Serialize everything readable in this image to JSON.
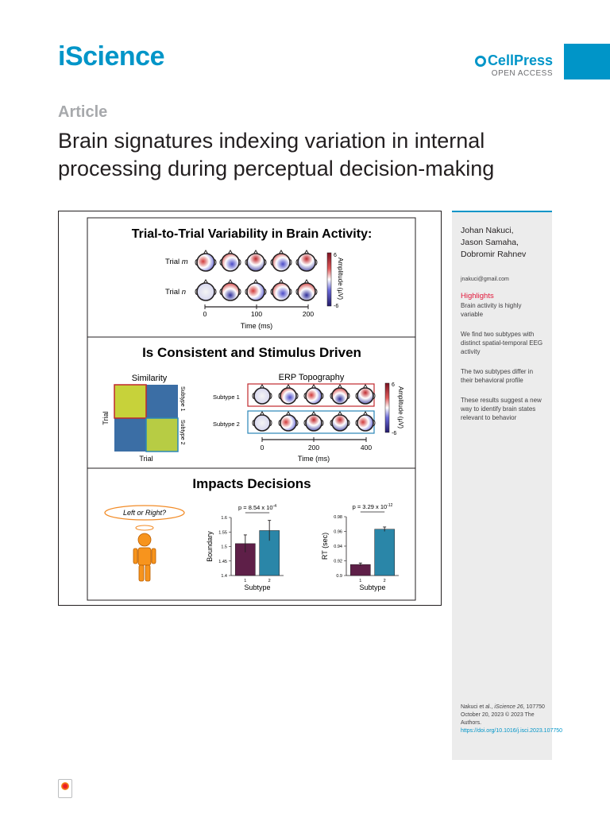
{
  "header": {
    "journal": "iScience",
    "publisher": "CellPress",
    "access": "OPEN ACCESS",
    "brand_color": "#0095c8"
  },
  "article": {
    "label": "Article",
    "title": "Brain signatures indexing variation in internal processing during perceptual decision-making"
  },
  "sidebar": {
    "authors": [
      "Johan Nakuci,",
      "Jason Samaha,",
      "Dobromir Rahnev"
    ],
    "email": "jnakuci@gmail.com",
    "highlights_heading": "Highlights",
    "highlights": [
      "Brain activity is highly variable",
      "We find two subtypes with distinct spatial-temporal EEG activity",
      "The two subtypes differ in their behavioral profile",
      "These results suggest a new way to identify brain states relevant to behavior"
    ],
    "citation_prefix": "Nakuci et al., ",
    "citation_journal": "iScience",
    "citation_volume": "26",
    "citation_rest": ", 107750",
    "citation_date": "October 20, 2023 © 2023 The Authors.",
    "doi": "https://doi.org/10.1016/j.isci.2023.107750"
  },
  "figure": {
    "panel1": {
      "title": "Trial-to-Trial Variability in Brain Activity:",
      "row_labels": [
        "Trial m",
        "Trial n"
      ],
      "row_prefix": "Trial ",
      "row_vars": [
        "m",
        "n"
      ],
      "time_ticks": [
        "0",
        "100",
        "200"
      ],
      "xlabel": "Time (ms)",
      "colorbar_label": "Amplitude (µV)",
      "colorbar_max": "6",
      "colorbar_min": "-6"
    },
    "panel2": {
      "title": "Is Consistent and Stimulus Driven",
      "similarity_title": "Similarity",
      "similarity_xlabel": "Trial",
      "similarity_ylabel": "Trial",
      "similarity_side_labels": [
        "Subtype 1",
        "Subtype 2"
      ],
      "erp_title": "ERP Topography",
      "subtype_labels": [
        "Subtype 1",
        "Subtype 2"
      ],
      "time_ticks": [
        "0",
        "200",
        "400"
      ],
      "xlabel": "Time (ms)",
      "colorbar_label": "Amplitude (µV)",
      "colorbar_max": "6",
      "colorbar_min": "-6",
      "subtype_colors": [
        "#c0282d",
        "#2a86b8"
      ]
    },
    "panel3": {
      "title": "Impacts Decisions",
      "bubble_text": "Left or Right?",
      "chart_boundary": {
        "p_label": "p = 8.54 x 10",
        "p_exp": "-4",
        "ylabel": "Boundary",
        "xlabel": "Subtype",
        "ticks": [
          "1.6",
          "1.55",
          "1.5",
          "1.45",
          "1.4"
        ],
        "categories": [
          "1",
          "2"
        ]
      },
      "chart_rt": {
        "p_label": "p = 3.29 x 10",
        "p_exp": "-12",
        "ylabel": "RT (sec)",
        "xlabel": "Subtype",
        "ticks": [
          "0.98",
          "0.96",
          "0.94",
          "0.92",
          "0.9"
        ],
        "categories": [
          "1",
          "2"
        ]
      },
      "bar_colors": [
        "#5e1f48",
        "#2a86a8"
      ]
    }
  },
  "chart_data": [
    {
      "type": "bar",
      "categories": [
        "1",
        "2"
      ],
      "values": [
        1.51,
        1.555
      ],
      "error": [
        0.03,
        0.035
      ],
      "ylabel": "Boundary",
      "xlabel": "Subtype",
      "ylim": [
        1.4,
        1.6
      ]
    },
    {
      "type": "bar",
      "categories": [
        "1",
        "2"
      ],
      "values": [
        0.915,
        0.963
      ],
      "error": [
        0.002,
        0.003
      ],
      "ylabel": "RT (sec)",
      "xlabel": "Subtype",
      "ylim": [
        0.9,
        0.98
      ]
    }
  ]
}
